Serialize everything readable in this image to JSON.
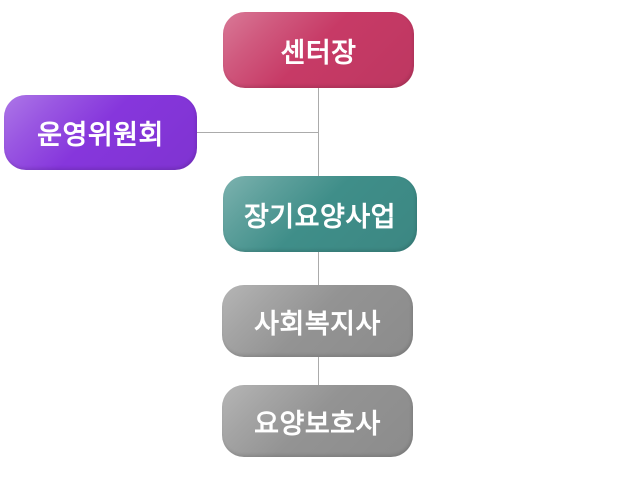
{
  "chart_data": {
    "type": "org-chart",
    "background_color": "#FFFFFF",
    "connector_color": "#ABABAB",
    "nodes": [
      {
        "id": "center-director",
        "label": "센터장",
        "color": "#C73A66",
        "parent": null
      },
      {
        "id": "steering-committee",
        "label": "운영위원회",
        "color": "#8636DC",
        "parent": "center-director",
        "relation": "side-branch"
      },
      {
        "id": "long-term-care",
        "label": "장기요양사업",
        "color": "#3F8E89",
        "parent": "center-director"
      },
      {
        "id": "social-worker",
        "label": "사회복지사",
        "color": "#939393",
        "parent": "long-term-care"
      },
      {
        "id": "care-worker",
        "label": "요양보호사",
        "color": "#939393",
        "parent": "social-worker"
      }
    ]
  }
}
